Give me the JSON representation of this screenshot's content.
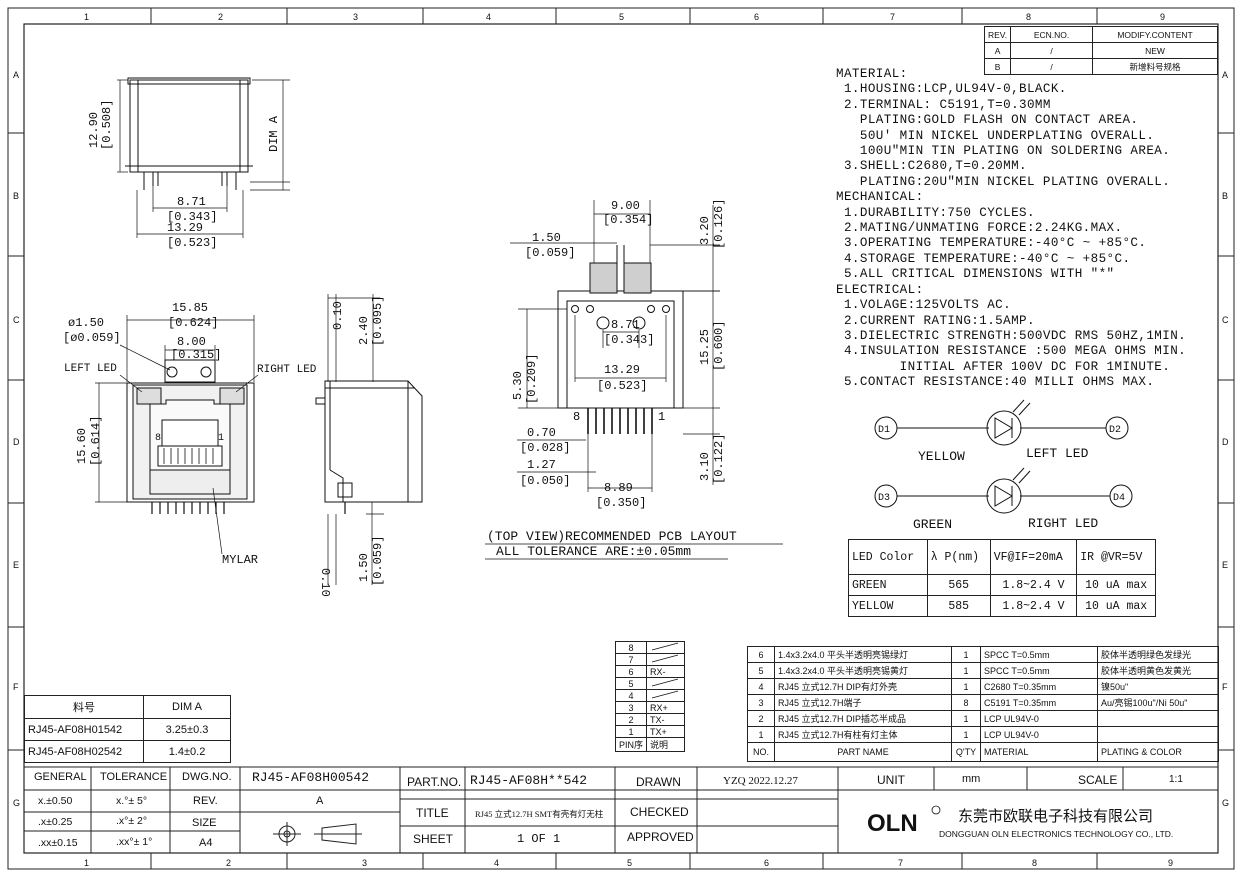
{
  "frame": {
    "columns": [
      "1",
      "2",
      "3",
      "4",
      "5",
      "6",
      "7",
      "8",
      "9"
    ],
    "rows": [
      "A",
      "B",
      "C",
      "D",
      "E",
      "F",
      "G"
    ]
  },
  "revision_table": {
    "headers": [
      "REV.",
      "ECN.NO.",
      "MODIFY.CONTENT"
    ],
    "rows": [
      [
        "A",
        "/",
        "NEW"
      ],
      [
        "B",
        "/",
        "新增料号规格"
      ]
    ]
  },
  "specs": {
    "lines": [
      "MATERIAL:",
      " 1.HOUSING:LCP,UL94V-0,BLACK.",
      " 2.TERMINAL: C5191,T=0.30MM",
      "   PLATING:GOLD FLASH ON CONTACT AREA.",
      "   50U' MIN NICKEL UNDERPLATING OVERALL.",
      "   100U\"MIN TIN PLATING ON SOLDERING AREA.",
      " 3.SHELL:C2680,T=0.20MM.",
      "   PLATING:20U\"MIN NICKEL PLATING OVERALL.",
      "MECHANICAL:",
      " 1.DURABILITY:750 CYCLES.",
      " 2.MATING/UNMATING FORCE:2.24KG.MAX.",
      " 3.OPERATING TEMPERATURE:-40°C ~ +85°C.",
      " 4.STORAGE TEMPERATURE:-40°C ~ +85°C.",
      " 5.ALL CRITICAL DIMENSIONS WITH \"*\"",
      "ELECTRICAL:",
      " 1.VOLAGE:125VOLTS AC.",
      " 2.CURRENT RATING:1.5AMP.",
      " 3.DIELECTRIC STRENGTH:500VDC RMS 50HZ,1MIN.",
      " 4.INSULATION RESISTANCE :500 MEGA OHMS MIN.",
      "        INITIAL AFTER 100V DC FOR 1MINUTE.",
      " 5.CONTACT RESISTANCE:40 MILLI OHMS MAX."
    ]
  },
  "led_diagram": {
    "d1": "D1",
    "d2": "D2",
    "d3": "D3",
    "d4": "D4",
    "yellow": "YELLOW",
    "left_led": "LEFT LED",
    "green": "GREEN",
    "right_led": "RIGHT LED"
  },
  "led_table": {
    "headers": [
      "LED  Color",
      "λ P(nm)",
      "VF@IF=20mA",
      "IR @VR=5V"
    ],
    "rows": [
      [
        "GREEN",
        "565",
        "1.8~2.4  V",
        "10 uA max"
      ],
      [
        "YELLOW",
        "585",
        "1.8~2.4  V",
        "10 uA max"
      ]
    ]
  },
  "top_view": {
    "dim_1290": "12.90",
    "dim_0508": "[0.508]",
    "dim_a": "DIM A",
    "dim_871": "8.71",
    "dim_0343": "[0.343]",
    "dim_1329": "13.29",
    "dim_0523": "[0.523]"
  },
  "front_view": {
    "dim_1585": "15.85",
    "dim_0624": "[0.624]",
    "dia_150": "ø1.50",
    "dia_0059": "[ø0.059]",
    "dim_800": "8.00",
    "dim_0315": "[0.315]",
    "left_led": "LEFT LED",
    "right_led": "RIGHT LED",
    "dim_1560": "15.60",
    "dim_0614": "[0.614]",
    "mylar": "MYLAR",
    "pin8": "8",
    "pin1": "1"
  },
  "side_view": {
    "dim_010a": "0.10",
    "dim_240": "2.40",
    "dim_0095": "[0.095]",
    "dim_010b": "0.10",
    "dim_150": "1.50",
    "dim_0059": "[0.059]"
  },
  "pcb_layout": {
    "dim_900": "9.00",
    "dim_0354": "[0.354]",
    "dim_320": "3.20",
    "dim_0126": "[0.126]",
    "dim_150": "1.50",
    "dim_0059": "[0.059]",
    "dim_871": "8.71",
    "dim_0343": "[0.343]",
    "dim_1329": "13.29",
    "dim_0523": "[0.523]",
    "dim_1525": "15.25",
    "dim_0600": "[0.600]",
    "dim_530": "5.30",
    "dim_0209": "[0.209]",
    "dim_070": "0.70",
    "dim_0028": "[0.028]",
    "dim_127": "1.27",
    "dim_0050": "[0.050]",
    "dim_889": "8.89",
    "dim_0350": "[0.350]",
    "dim_310": "3.10",
    "dim_0122": "[0.122]",
    "pin8": "8",
    "pin1": "1",
    "caption1": "(TOP VIEW)RECOMMENDED PCB LAYOUT",
    "caption2": "ALL TOLERANCE ARE:±0.05mm"
  },
  "pin_table": {
    "rows": [
      [
        "8",
        ""
      ],
      [
        "7",
        ""
      ],
      [
        "6",
        "RX-"
      ],
      [
        "5",
        ""
      ],
      [
        "4",
        ""
      ],
      [
        "3",
        "RX+"
      ],
      [
        "2",
        "TX-"
      ],
      [
        "1",
        "TX+"
      ]
    ],
    "footer": [
      "PIN序",
      "说明"
    ]
  },
  "bom": {
    "rows": [
      [
        "6",
        "1.4x3.2x4.0 平头半透明亮锡绿灯",
        "1",
        "SPCC T=0.5mm",
        "胶体半透明绿色发绿光"
      ],
      [
        "5",
        "1.4x3.2x4.0 平头半透明亮锡黄灯",
        "1",
        "SPCC T=0.5mm",
        "胶体半透明黄色发黄光"
      ],
      [
        "4",
        "RJ45 立式12.7H DIP有灯外壳",
        "1",
        "C2680 T=0.35mm",
        "镍50u\""
      ],
      [
        "3",
        "RJ45 立式12.7H端子",
        "8",
        "C5191  T=0.35mm",
        "Au/亮锡100u\"/Ni 50u\""
      ],
      [
        "2",
        "RJ45 立式12.7H DIP插芯半成品",
        "1",
        "LCP UL94V-0",
        ""
      ],
      [
        "1",
        "RJ45 立式12.7H有柱有灯主体",
        "1",
        "LCP  UL94V-0",
        ""
      ]
    ],
    "headers": [
      "NO.",
      "PART NAME",
      "Q'TY",
      "MATERIAL",
      "PLATING & COLOR"
    ]
  },
  "part_table": {
    "headers": [
      "料号",
      "DIM A"
    ],
    "rows": [
      [
        "RJ45-AF08H01542",
        "3.25±0.3"
      ],
      [
        "RJ45-AF08H02542",
        "1.4±0.2"
      ]
    ]
  },
  "title_block": {
    "general": "GENERAL",
    "tolerance": "TOLERANCE",
    "dwg_no_label": "DWG.NO.",
    "dwg_no": "RJ45-AF08H00542",
    "part_no_label": "PART.NO.",
    "part_no": "RJ45-AF08H**542",
    "drawn_label": "DRAWN",
    "drawn_value": "YZQ 2022.12.27",
    "unit_label": "UNIT",
    "unit_value": "mm",
    "scale_label": "SCALE",
    "scale_value": "1:1",
    "tol1a": "x.±0.50",
    "tol1b": "x.°± 5°",
    "rev_label": "REV.",
    "rev_value": "A",
    "title_label": "TITLE",
    "title_value": "RJ45 立式12.7H SMT有壳有灯无柱",
    "checked_label": "CHECKED",
    "tol2a": ".x±0.25",
    "tol2b": ".x°± 2°",
    "size_label": "SIZE",
    "tol3a": ".xx±0.15",
    "tol3b": ".xx°± 1°",
    "size_value": "A4",
    "sheet_label": "SHEET",
    "sheet_value": "1  OF  1",
    "approved_label": "APPROVED",
    "logo": "OLN",
    "company_cn": "东莞市欧联电子科技有限公司",
    "company_en": "DONGGUAN OLN ELECTRONICS TECHNOLOGY CO., LTD."
  }
}
